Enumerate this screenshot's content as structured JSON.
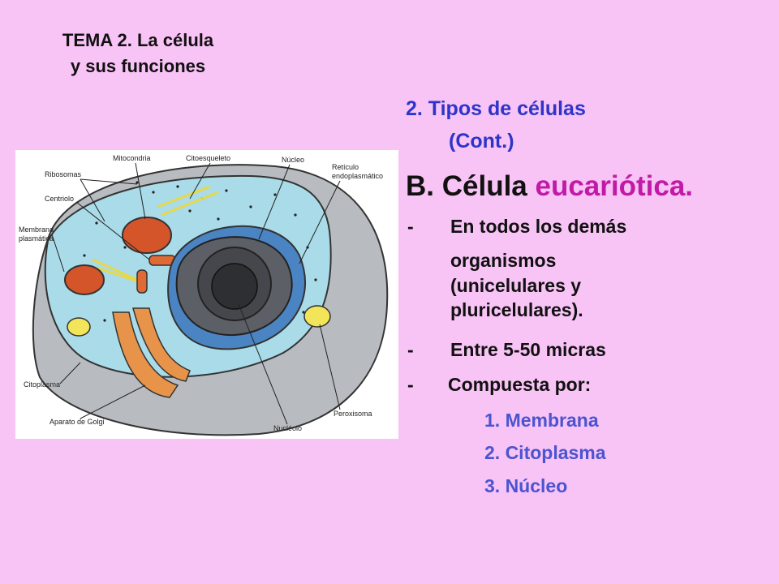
{
  "slide": {
    "title_line1": "TEMA 2. La célula",
    "title_line2": "y sus funciones",
    "subtitle_line1": "2. Tipos de células",
    "subtitle_line2": "(Cont.)",
    "heading_prefix": "B. Célula",
    "heading_highlight": "eucariótica.",
    "bullets": [
      {
        "marker": "-",
        "lines": [
          "En todos los demás",
          "organismos",
          "(unicelulares y",
          "pluricelulares)."
        ]
      },
      {
        "marker": "-",
        "lines": [
          "Entre 5-50 micras"
        ]
      },
      {
        "marker": "-",
        "lines": [
          "Compuesta por:"
        ]
      }
    ],
    "numbered": [
      "1. Membrana",
      "2. Citoplasma",
      "3. Núcleo"
    ]
  },
  "figure": {
    "labels": {
      "mitocondria": "Mitocondria",
      "citoesqueleto": "Citoesqueleto",
      "nucleo": "Núcleo",
      "reticulo1": "Retículo",
      "reticulo2": "endoplasmático",
      "ribosomas": "Ribosomas",
      "centriolo": "Centriolo",
      "membrana1": "Membrana",
      "membrana2": "plasmática",
      "citoplasma": "Citoplasma",
      "golgi": "Aparato de Golgi",
      "nucleolo": "Nucléolo",
      "peroxisoma": "Peroxisoma"
    }
  },
  "colors": {
    "background": "#f8c3f5",
    "subtitle_blue": "#2e34c9",
    "highlight_magenta": "#c21aa7",
    "list_blue": "#4b54d0"
  }
}
